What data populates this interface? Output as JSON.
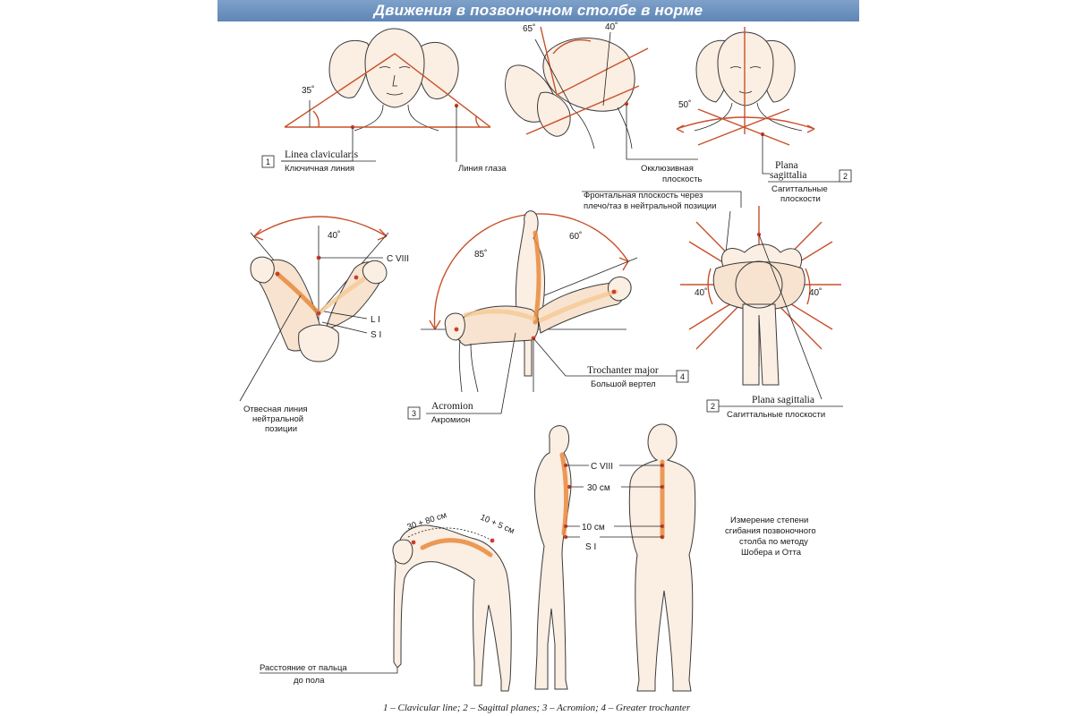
{
  "title": "Движения в позвоночном столбе в норме",
  "panel_head_tilt": {
    "angle": "35˚",
    "box_number": "1",
    "latin_label": "Linea clavicularis",
    "russian_label": "Ключичная линия",
    "eye_line_label": "Линия глаза"
  },
  "panel_head_flex": {
    "angle_flexion": "65˚",
    "angle_extension": "40˚",
    "occlusal_line1": "Окклюзивная",
    "occlusal_line2": "плоскость"
  },
  "panel_head_rotation": {
    "angle": "50˚",
    "box_number": "2",
    "latin_line1": "Plana",
    "latin_line2": "sagittalia",
    "russian_line1": "Сагиттальные",
    "russian_line2": "плоскости"
  },
  "panel_trunk_lateral": {
    "angle": "40˚",
    "point_c8": "C VIII",
    "point_l1": "L I",
    "point_s1": "S I",
    "plumb_line1": "Отвесная линия",
    "plumb_line2": "нейтральной",
    "plumb_line3": "позиции"
  },
  "panel_trunk_flex": {
    "angle_flexion": "85˚",
    "angle_extension": "60˚",
    "acromion_box_number": "3",
    "acromion_latin": "Acromion",
    "acromion_russian": "Акромион",
    "trochanter_box_number": "4",
    "trochanter_latin": "Trochanter major",
    "trochanter_russian": "Большой вертел"
  },
  "panel_trunk_rotation": {
    "frontal_line1": "Фронтальная плоскость через",
    "frontal_line2": "плечо/таз в нейтральной позиции",
    "angle_left": "40˚",
    "angle_right": "40˚",
    "box_number": "2",
    "latin_label": "Plana sagittalia",
    "russian_label": "Сагиттальные плоскости"
  },
  "panel_schober": {
    "measure_a": "30 + 80 см",
    "measure_b": "10 + 5 см",
    "floor_line1": "Расстояние от пальца",
    "floor_line2": "до пола",
    "point_c8": "C VIII",
    "dist_30": "30 см",
    "dist_10": "10 см",
    "point_s1": "S I",
    "caption_line1": "Измерение степени",
    "caption_line2": "сгибания позвоночного",
    "caption_line3": "столба по методу",
    "caption_line4": "Шобера и Отта"
  },
  "footer_legend": "1 – Clavicular line; 2 – Sagittal planes; 3 – Acromion; 4 – Greater trochanter"
}
